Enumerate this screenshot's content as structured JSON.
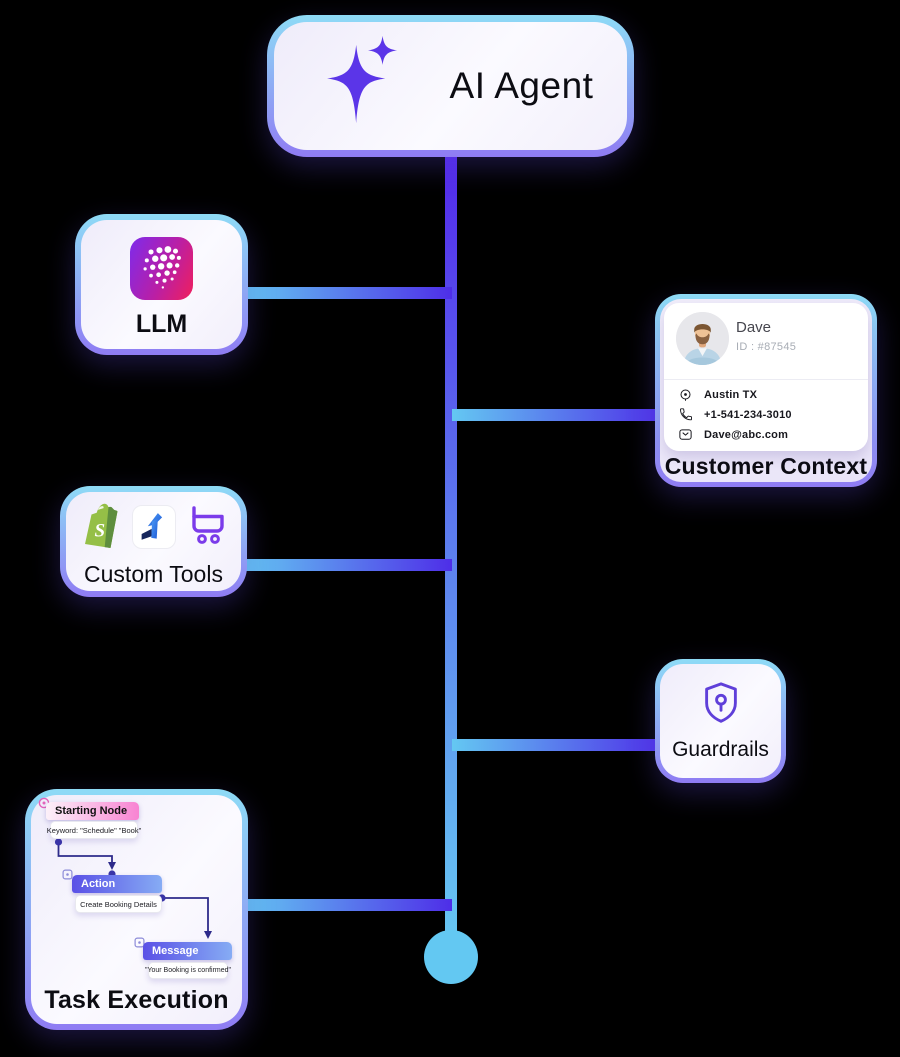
{
  "ai_agent": {
    "label": "AI Agent"
  },
  "llm": {
    "label": "LLM"
  },
  "custom_tools": {
    "label": "Custom Tools"
  },
  "customer_context": {
    "label": "Customer Context",
    "customer": {
      "name": "Dave",
      "id_label": "ID : #87545",
      "location": "Austin TX",
      "phone": "+1-541-234-3010",
      "email": "Dave@abc.com"
    }
  },
  "guardrails": {
    "label": "Guardrails"
  },
  "task_execution": {
    "label": "Task Execution",
    "nodes": [
      {
        "title": "Starting Node",
        "body": "Keyword: \"Schedule\" \"Book\""
      },
      {
        "title": "Action",
        "body": "Create Booking Details"
      },
      {
        "title": "Message",
        "body": "\"Your Booking is confirmed\""
      }
    ]
  },
  "icons": {
    "ai_agent": "sparkle-icon",
    "llm": "dot-matrix-app-icon",
    "custom_tools": [
      "shopify-bag-icon",
      "blue-one-logo-icon",
      "shopping-cart-icon"
    ],
    "customer_context": [
      "location-icon",
      "phone-icon",
      "mail-icon"
    ],
    "guardrails": "shield-keyhole-icon"
  },
  "colors": {
    "background": "#000000",
    "border_gradient": [
      "#8EDBF6",
      "#8F7CF3"
    ],
    "line_cyan": "#64C8F2",
    "line_purple": "#4E2EE8",
    "endpoint_circle": "#63C8F2",
    "sparkle_purple": "#5B35E8",
    "llm_tile_gradient": [
      "#7D2BEB",
      "#F01F5C"
    ],
    "starting_node_header": [
      "#FCF1F9",
      "#F883D2"
    ],
    "action_header": [
      "#5A50E6",
      "#86ACF4"
    ],
    "flow_arrow": "#2E2B8B"
  }
}
